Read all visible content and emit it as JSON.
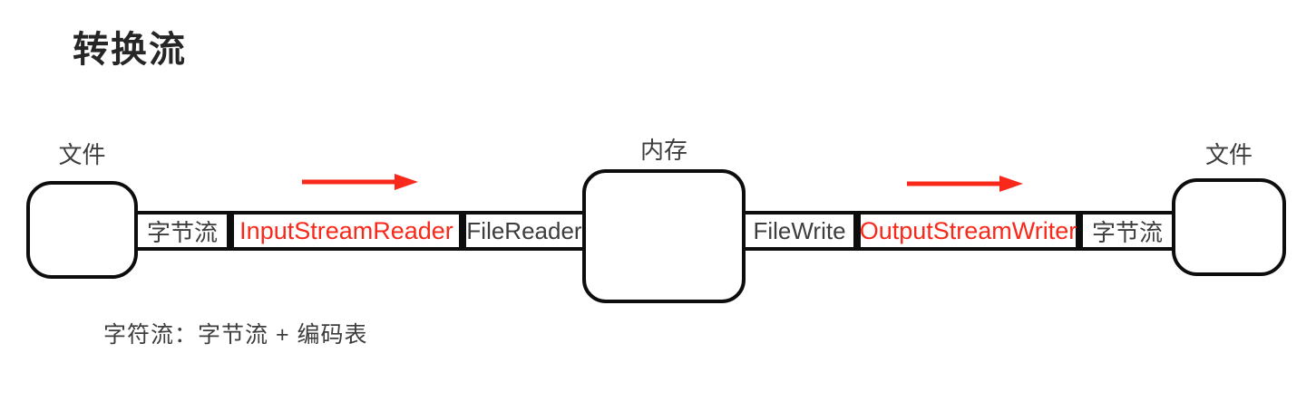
{
  "title": "转换流",
  "colors": {
    "accent_red": "#f8291a",
    "line_black": "#0d0d0d",
    "text_dark": "#3d3d3d"
  },
  "diagram": {
    "left_file": {
      "label": "文件"
    },
    "memory": {
      "label": "内存"
    },
    "right_file": {
      "label": "文件"
    },
    "left_pipe": {
      "cells": [
        {
          "text": "字节流",
          "tone": "dark"
        },
        {
          "text": "InputStreamReader",
          "tone": "red"
        },
        {
          "text": "FileReader",
          "tone": "dark"
        }
      ]
    },
    "right_pipe": {
      "cells": [
        {
          "text": "FileWrite",
          "tone": "dark"
        },
        {
          "text": "OutputStreamWriter",
          "tone": "red"
        },
        {
          "text": "字节流",
          "tone": "dark"
        }
      ]
    },
    "arrows": [
      {
        "name": "left-flow-arrow",
        "direction": "right"
      },
      {
        "name": "right-flow-arrow",
        "direction": "right"
      }
    ],
    "note": "字符流：字节流 + 编码表"
  }
}
